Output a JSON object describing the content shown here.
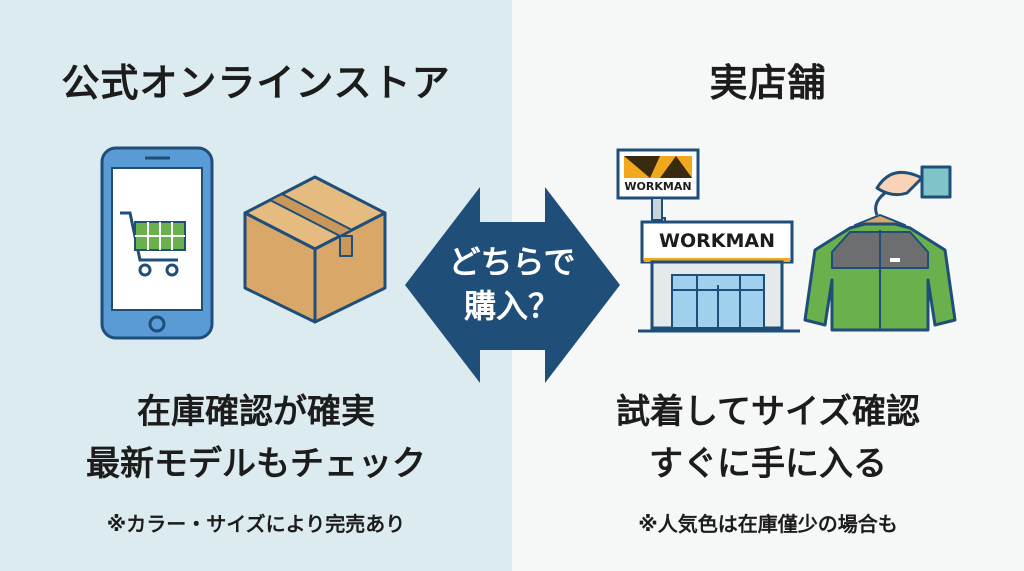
{
  "online": {
    "title": "公式オンラインストア",
    "line1": "在庫確認が確実",
    "line2": "最新モデルもチェック",
    "note": "※カラー・サイズにより完売あり"
  },
  "store": {
    "title": "実店舗",
    "sign_label": "WORKMAN",
    "facade_label": "WORKMAN",
    "line1": "試着してサイズ確認",
    "line2": "すぐに手に入る",
    "note": "※人気色は在庫僅少の場合も"
  },
  "center": {
    "line1": "どちらで",
    "line2": "購入？"
  },
  "colors": {
    "accent": "#1f4e79",
    "left_bg": "#dcebef",
    "right_bg": "#f6f8f8",
    "green": "#6ab04c",
    "box": "#d9a869",
    "sign": "#f2a81d"
  }
}
